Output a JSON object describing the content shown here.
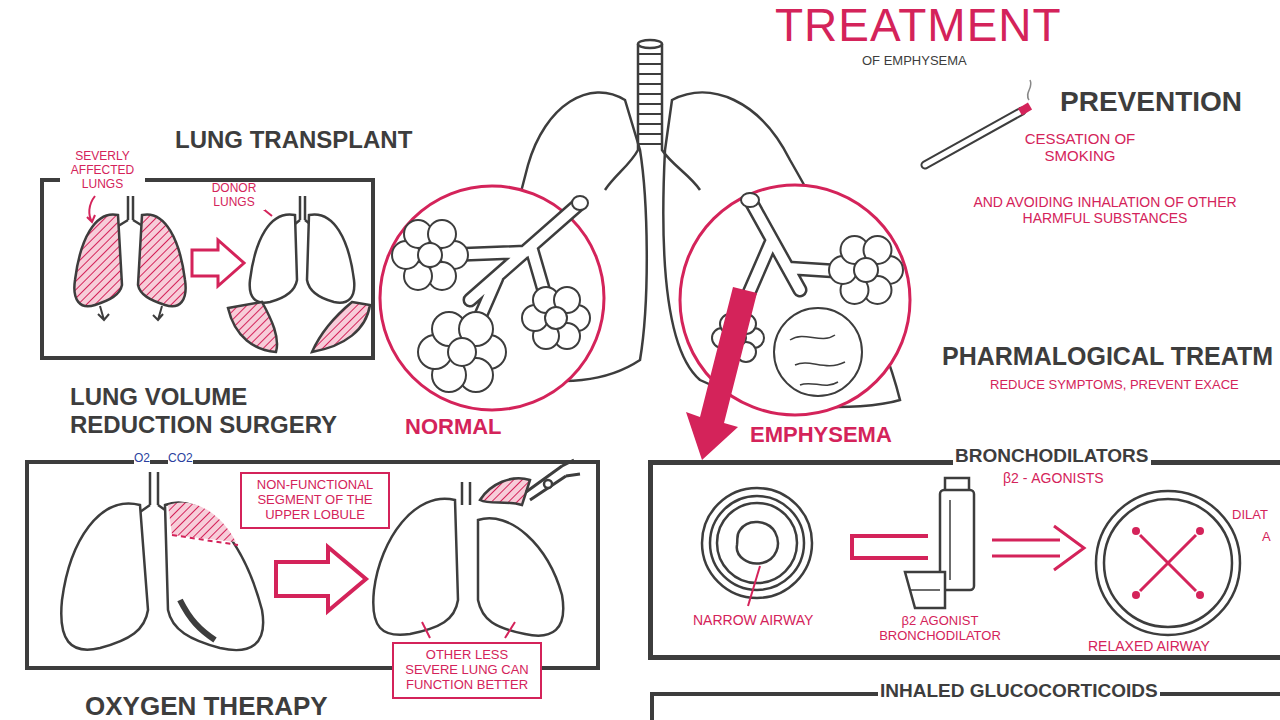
{
  "diagram": {
    "title": "TREATMENT",
    "nodes": [
      {
        "text": [
          "LUNG TRANSPLANT"
        ]
      },
      {
        "text": [
          "LUNG VOLUME REDUCTION SURGERY"
        ]
      },
      {
        "text": [
          "NON-FUNCTIONAL SEGMENT OF THE UPPER LOBULE"
        ],
        "in": 1
      },
      {
        "text": [
          "OTHER LESS SEVERE LUNG CAN FUNCTION BETTER"
        ],
        "in": 1
      },
      {
        "text": [
          "BRONCHODILATORS",
          "β2 - AGONISTS"
        ]
      },
      {
        "text": [
          "INHALED GLUCOCORTICOIDS"
        ]
      }
    ],
    "labels": [
      "OF EMPHYSEMA",
      "PREVENTION",
      "CESSATION OF SMOKING",
      "AND AVOIDING INHALATION OF OTHER HARMFUL SUBSTANCES",
      "SEVERLY AFFECTED LUNGS",
      "DONOR LUNGS",
      "O2",
      "CO2",
      "NORMAL",
      "EMPHYSEMA",
      "PHARMALOGICAL TREATM",
      "REDUCE SYMPTOMS, PREVENT EXACE",
      "NARROW AIRWAY",
      "β2 AGONIST BRONCHODILATOR",
      "RELAXED AIRWAY",
      "DILAT",
      "A",
      "OXYGEN THERAPY"
    ]
  }
}
